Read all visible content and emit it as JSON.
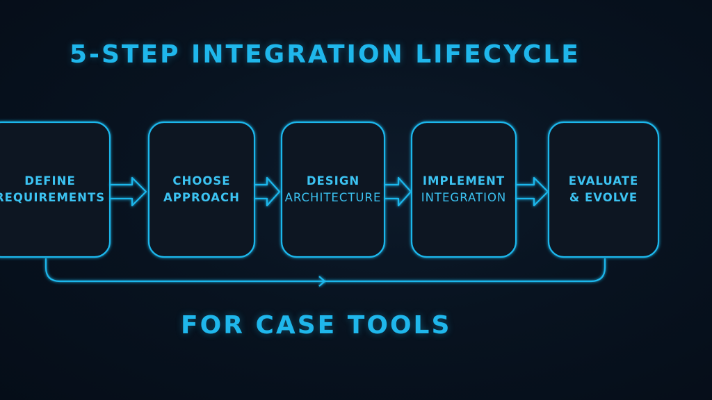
{
  "title": "5-STEP INTEGRATION LIFECYCLE",
  "subtitle": "FOR CASE TOOLS",
  "steps": [
    {
      "line1": "DEFINE",
      "line2": "REQUIREMENTS"
    },
    {
      "line1": "CHOOSE",
      "line2": "APPROACH"
    },
    {
      "line1": "DESIGN",
      "line2": "ARCHITECTURE"
    },
    {
      "line1": "IMPLEMENT",
      "line2": "INTEGRATION"
    },
    {
      "line1": "EVALUATE",
      "line2": "& EVOLVE"
    }
  ],
  "colors": {
    "accent": "#1fb7ec",
    "background": "#081320"
  }
}
